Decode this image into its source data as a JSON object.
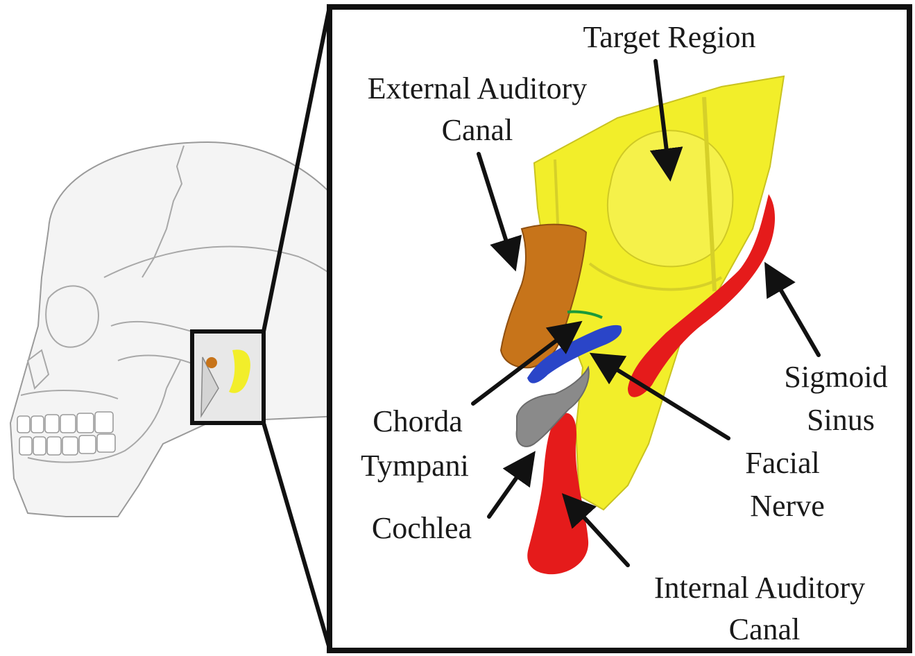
{
  "labels": {
    "target_region": "Target Region",
    "external_auditory_canal_line1": "External Auditory",
    "external_auditory_canal_line2": "Canal",
    "sigmoid_sinus_line1": "Sigmoid",
    "sigmoid_sinus_line2": "Sinus",
    "chorda_tympani_line1": "Chorda",
    "chorda_tympani_line2": "Tympani",
    "facial_nerve_line1": "Facial",
    "facial_nerve_line2": "Nerve",
    "cochlea": "Cochlea",
    "internal_auditory_canal_line1": "Internal Auditory",
    "internal_auditory_canal_line2": "Canal"
  },
  "colors": {
    "target_region": "#f2ee2a",
    "external_auditory_canal": "#c7741a",
    "sigmoid_sinus": "#e51b1b",
    "internal_auditory_canal": "#e51b1b",
    "facial_nerve": "#2a45c8",
    "chorda_tympani": "#1c9a3a",
    "cochlea": "#8a8a8a",
    "skull_line": "#9a9a9a",
    "frame": "#111111"
  }
}
